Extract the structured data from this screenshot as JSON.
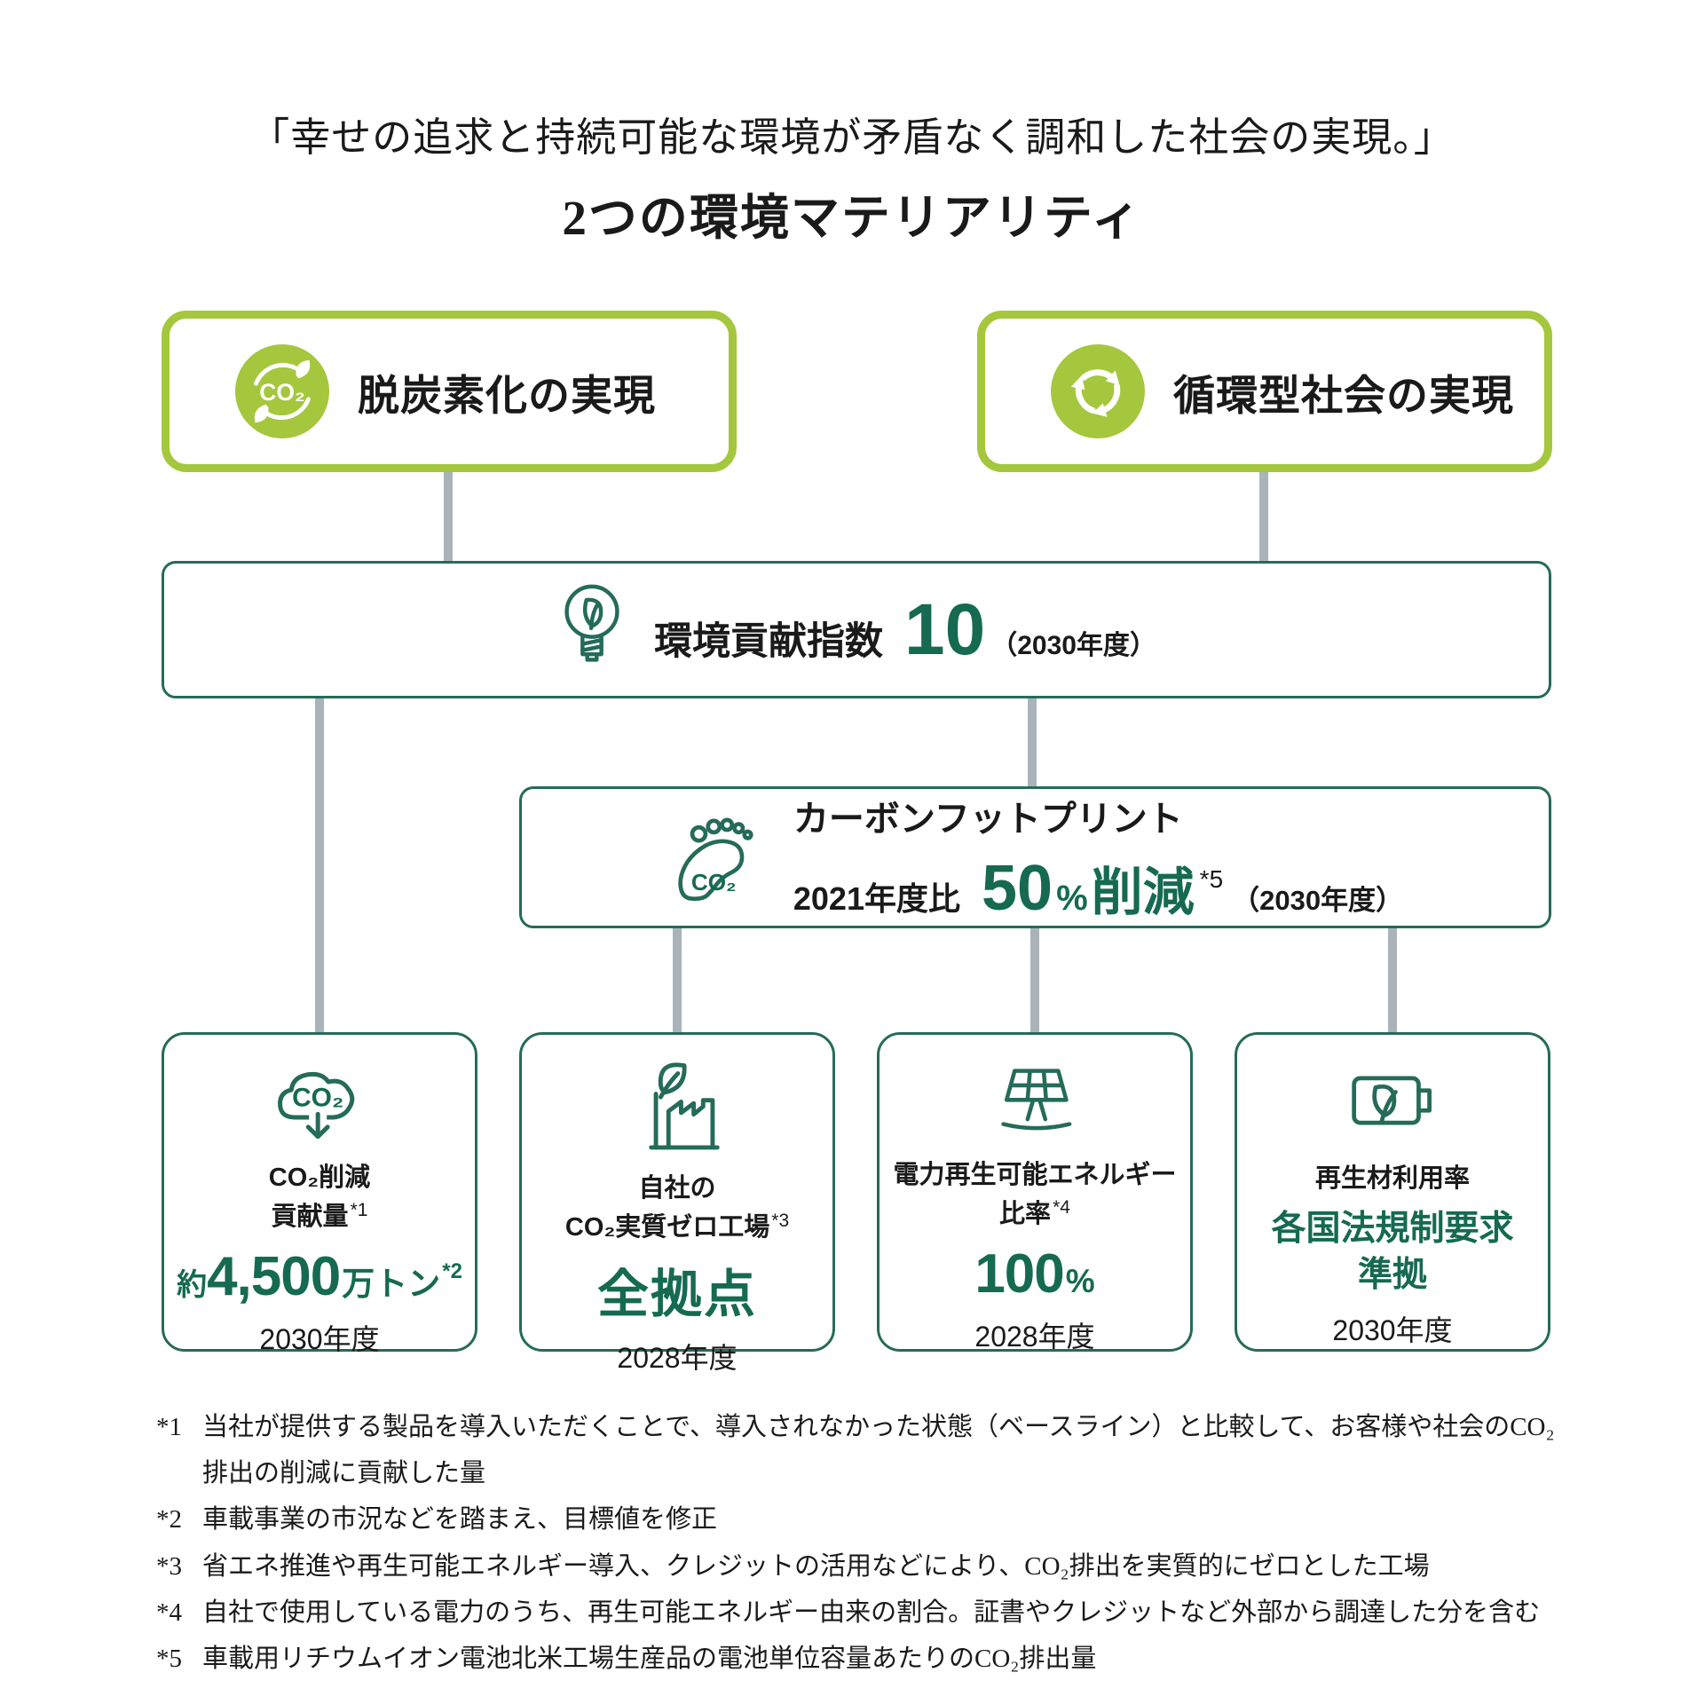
{
  "colors": {
    "green": "#A5C73D",
    "teal_text": "#156A51",
    "teal_border": "#256B5A",
    "line_gray": "#AAB3B9",
    "ink": "#1A1A1A"
  },
  "header": {
    "title": "「幸せの追求と持続可能な環境が矛盾なく調和した社会の実現。」",
    "subtitle": "2つの環境マテリアリティ"
  },
  "materiality_boxes": [
    {
      "label": "脱炭素化の実現",
      "icon": "co2-cycle-icon"
    },
    {
      "label": "循環型社会の実現",
      "icon": "recycle-icon"
    }
  ],
  "eco_index": {
    "icon": "bulb-leaf-icon",
    "label": "環境貢献指数",
    "value": "10",
    "period": "（2030年度）"
  },
  "carbon_footprint": {
    "icon": "footprint-co2-icon",
    "title": "カーボンフットプリント",
    "baseline_label": "2021年度比",
    "value": "50",
    "unit": "%",
    "action": "削減",
    "note_ref": "*5",
    "period": "（2030年度）"
  },
  "kpi_boxes": [
    {
      "icon": "cloud-co2-down-icon",
      "label_line1": "CO₂削減",
      "label_line2": "貢献量",
      "label_note": "*1",
      "value_prefix": "約",
      "value": "4,500",
      "value_unit": "万トン",
      "value_note": "*2",
      "year": "2030年度"
    },
    {
      "icon": "factory-leaf-icon",
      "label_line1": "自社の",
      "label_line2": "CO₂実質ゼロ工場",
      "label_note": "*3",
      "value": "全拠点",
      "year": "2028年度"
    },
    {
      "icon": "solar-panel-icon",
      "label_line1": "電力再生可能エネルギー",
      "label_line2": "比率",
      "label_note": "*4",
      "value": "100",
      "value_unit": "%",
      "year": "2028年度"
    },
    {
      "icon": "battery-leaf-icon",
      "label_line1": "再生材利用率",
      "value_line1": "各国法規制要求",
      "value_line2": "準拠",
      "year": "2030年度"
    }
  ],
  "footnotes": [
    {
      "ref": "*1",
      "text": "当社が提供する製品を導入いただくことで、導入されなかった状態（ベースライン）と比較して、お客様や社会のCO₂排出の削減に貢献した量"
    },
    {
      "ref": "*2",
      "text": "車載事業の市況などを踏まえ、目標値を修正"
    },
    {
      "ref": "*3",
      "text": "省エネ推進や再生可能エネルギー導入、クレジットの活用などにより、CO₂排出を実質的にゼロとした工場"
    },
    {
      "ref": "*4",
      "text": "自社で使用している電力のうち、再生可能エネルギー由来の割合。証書やクレジットなど外部から調達した分を含む"
    },
    {
      "ref": "*5",
      "text": "車載用リチウムイオン電池北米工場生産品の電池単位容量あたりのCO₂排出量"
    }
  ]
}
